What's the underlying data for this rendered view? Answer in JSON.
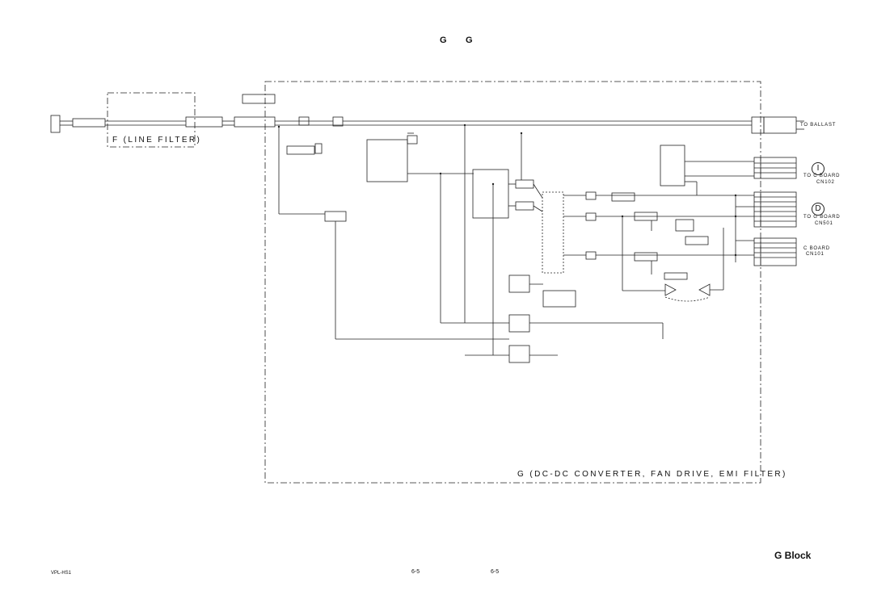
{
  "header": {
    "left": "G",
    "right": "G"
  },
  "sections": {
    "f_title": "F (LINE FILTER)",
    "g_title": "G (DC-DC CONVERTER, FAN DRIVE, EMI FILTER)"
  },
  "connectors": {
    "ballast": "TO BALLAST",
    "c_board_cn102": [
      "TO C BOARD",
      "CN102"
    ],
    "g_board_cn501": [
      "TO G BOARD",
      "CN501"
    ],
    "c_board_cn101": [
      "C BOARD",
      "CN101"
    ],
    "markers": [
      "I",
      "D"
    ]
  },
  "footer": {
    "block_label": "G Block",
    "model": "VPL-HS1",
    "page_left": "6-5",
    "page_right": "6-5"
  }
}
